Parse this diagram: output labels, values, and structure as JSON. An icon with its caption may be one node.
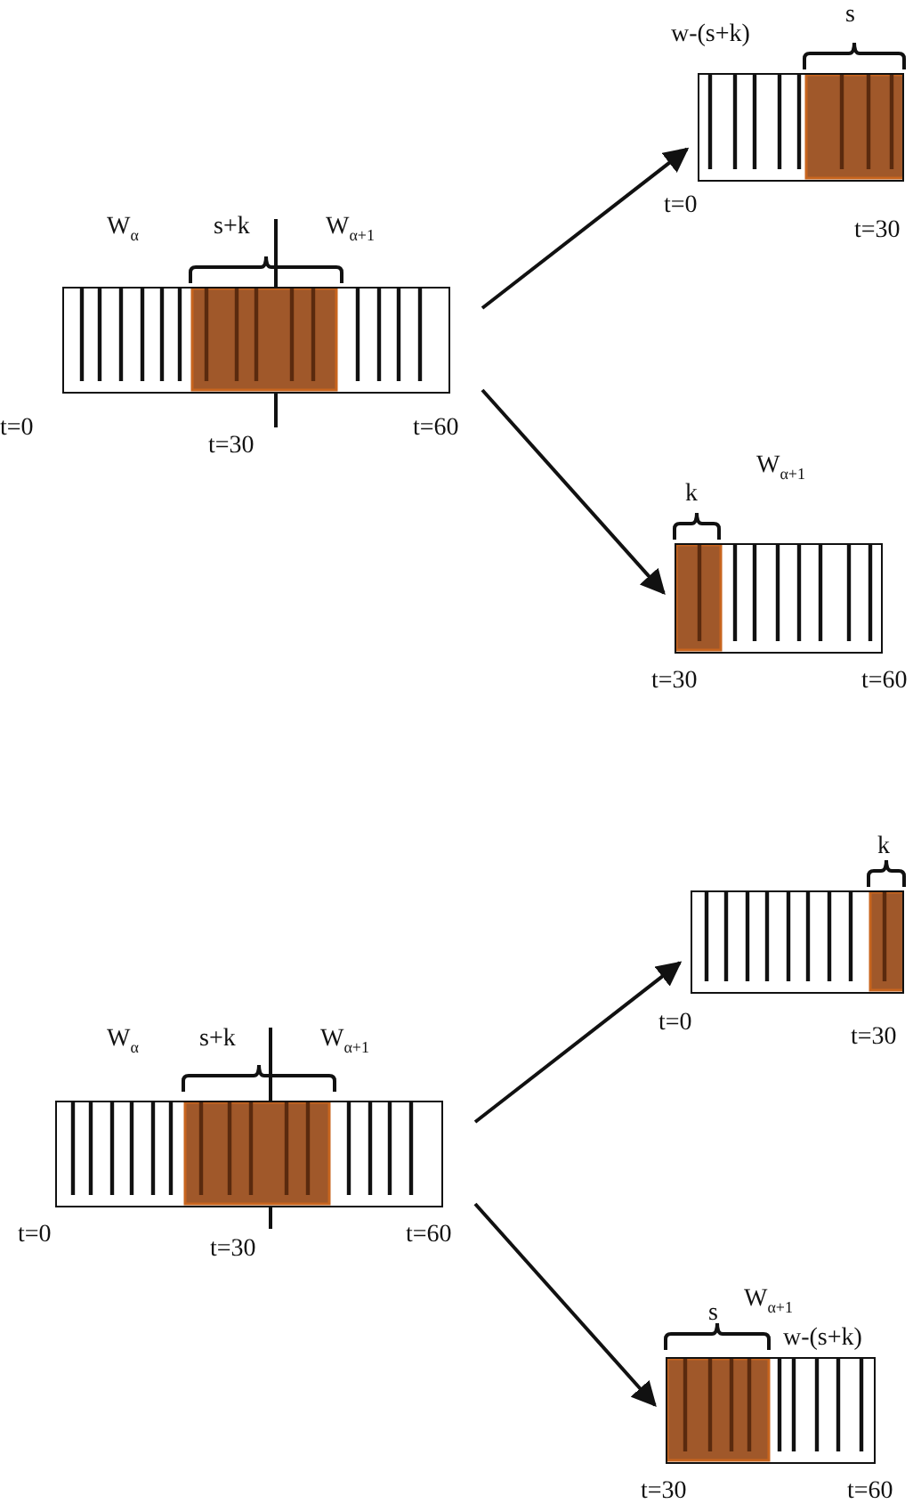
{
  "diagram": {
    "nodes": [
      {
        "text": [],
        "shape": "bar",
        "beside": [
          "W$_{α}$",
          "s+k",
          "W$_{α+1}$",
          "t=0",
          "t=30",
          "t=60"
        ]
      },
      {
        "text": [],
        "shape": "bar",
        "beside": [
          "w-(s+k)",
          "s",
          "t=0",
          "t=30"
        ]
      },
      {
        "text": [],
        "shape": "bar",
        "beside": [
          "W$_{α+1}$",
          "k",
          "t=30",
          "t=60"
        ]
      },
      {
        "text": [],
        "shape": "bar",
        "beside": [
          "W$_{α}$",
          "s+k",
          "W$_{α+1}$",
          "t=0",
          "t=30",
          "t=60"
        ]
      },
      {
        "text": [],
        "shape": "bar",
        "beside": [
          "k",
          "t=0",
          "t=30"
        ]
      },
      {
        "text": [],
        "shape": "bar",
        "beside": [
          "W$_{α+1}$",
          "s",
          "w-(s+k)",
          "t=30",
          "t=60"
        ]
      }
    ],
    "edges": [
      {
        "from": 0,
        "to": 1,
        "arrow": "to"
      },
      {
        "from": 0,
        "to": 2,
        "arrow": "to"
      },
      {
        "from": 3,
        "to": 4,
        "arrow": "to"
      },
      {
        "from": 3,
        "to": 5,
        "arrow": "to"
      }
    ]
  }
}
